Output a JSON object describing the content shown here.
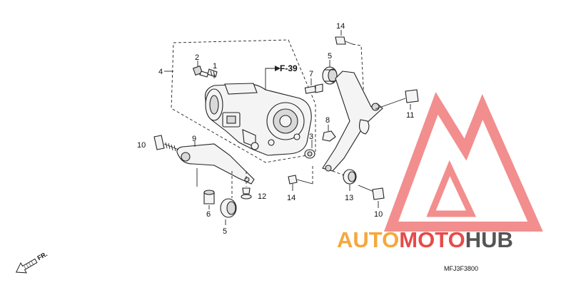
{
  "callouts": {
    "c1": "1",
    "c2": "2",
    "c3": "3",
    "c4": "4",
    "c5a": "5",
    "c5b": "5",
    "c6": "6",
    "c7": "7",
    "c8": "8",
    "c9": "9",
    "c10a": "10",
    "c10b": "10",
    "c11": "11",
    "c12": "12",
    "c13": "13",
    "c14a": "14",
    "c14b": "14"
  },
  "reference_label": "F-39",
  "direction_label": "FR.",
  "diagram_code": "MFJ3F3800",
  "watermark": {
    "text_part1": "AUTO",
    "text_part2": "MOTO",
    "text_part3": "HUB",
    "color_orange": "#f5a83c",
    "color_red": "#e84a4a",
    "color_gray": "#555555"
  }
}
